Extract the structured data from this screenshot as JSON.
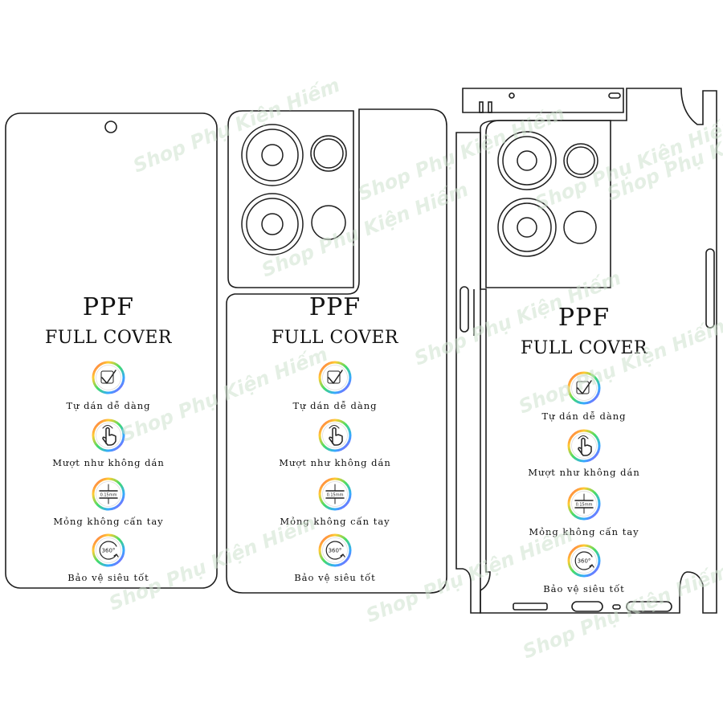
{
  "watermark": "Shop Phụ Kiện Hiếm",
  "brand": {
    "title": "PPF",
    "subtitle": "FULL COVER"
  },
  "features": [
    {
      "label": "Tự dán dễ dàng",
      "icon": "check-icon"
    },
    {
      "label": "Mượt như không dán",
      "icon": "touch-hand-icon"
    },
    {
      "label": "Mỏng không cấn tay",
      "icon": "thickness-icon",
      "icon_text": "0.15mm"
    },
    {
      "label": "Bảo vệ siêu tốt",
      "icon": "rotate-360-icon",
      "icon_text": "360°"
    }
  ],
  "panels": [
    {
      "name": "front-screen-film"
    },
    {
      "name": "back-cover-film"
    },
    {
      "name": "full-wrap-skin-film"
    }
  ],
  "colors": {
    "outline": "#1e1e1e",
    "watermark": "#cfe2cf",
    "ring_gradient": [
      "#ff4d4d",
      "#ffcc33",
      "#44dd66",
      "#33aaff",
      "#aa44ff"
    ]
  }
}
